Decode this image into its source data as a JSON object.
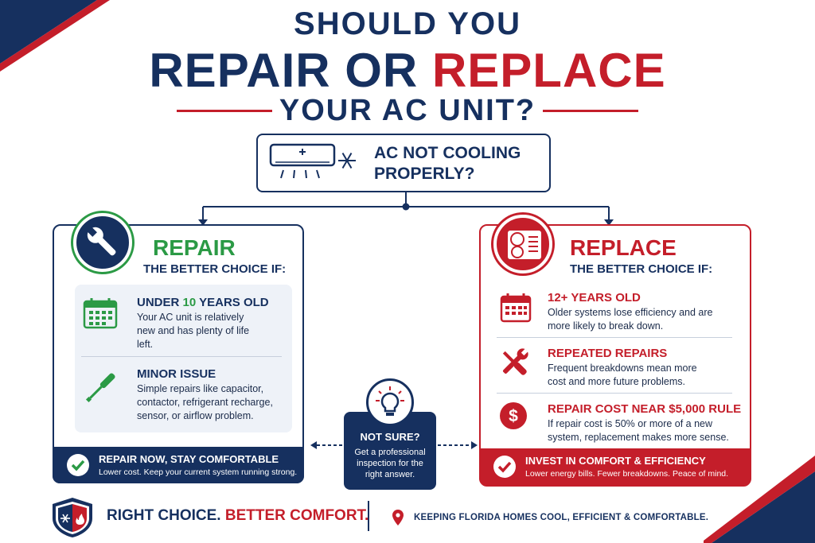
{
  "title": {
    "line1": "SHOULD YOU",
    "repair_word": "REPAIR",
    "or_word": "OR",
    "replace_word": "REPLACE",
    "line3": "YOUR AC UNIT?"
  },
  "start_node": {
    "text": "AC NOT COOLING PROPERLY?"
  },
  "repair": {
    "title": "REPAIR",
    "subtitle": "THE BETTER CHOICE IF:",
    "items": [
      {
        "heading_prefix": "UNDER ",
        "heading_highlight": "10",
        "heading_suffix": " YEARS OLD",
        "body": "Your AC unit is relatively new and has plenty of life left.",
        "icon": "calendar-icon"
      },
      {
        "heading": "MINOR ISSUE",
        "body": "Simple repairs like capacitor, contactor, refrigerant recharge, sensor, or airflow problem.",
        "icon": "screwdriver-icon"
      }
    ],
    "footer_title": "REPAIR NOW, STAY COMFORTABLE",
    "footer_sub": "Lower cost. Keep your current system running strong.",
    "badge_icon": "wrench-icon"
  },
  "replace": {
    "title": "REPLACE",
    "subtitle": "THE BETTER CHOICE IF:",
    "items": [
      {
        "heading": "12+ YEARS OLD",
        "body": "Older systems lose efficiency and are more likely to break down.",
        "icon": "calendar-icon"
      },
      {
        "heading": "REPEATED REPAIRS",
        "body": "Frequent breakdowns mean more cost and more future problems.",
        "icon": "tools-icon"
      },
      {
        "heading": "REPAIR COST NEAR $5,000 RULE",
        "body": "If repair cost is 50% or more of a new system, replacement makes more sense.",
        "icon": "dollar-icon"
      }
    ],
    "footer_title": "INVEST IN COMFORT & EFFICIENCY",
    "footer_sub": "Lower energy bills. Fewer breakdowns. Peace of mind.",
    "badge_icon": "ac-unit-icon"
  },
  "not_sure": {
    "title": "NOT SURE?",
    "body": "Get a professional inspection for the right answer.",
    "icon": "lightbulb-icon"
  },
  "bottom": {
    "slogan_a": "RIGHT CHOICE.",
    "slogan_b": "BETTER COMFORT.",
    "tagline": "KEEPING FLORIDA HOMES COOL, EFFICIENT & COMFORTABLE.",
    "icons": [
      "shield-icon",
      "location-pin-icon"
    ]
  },
  "colors": {
    "navy": "#16305f",
    "red": "#c41e2a",
    "green": "#2b9a45"
  }
}
